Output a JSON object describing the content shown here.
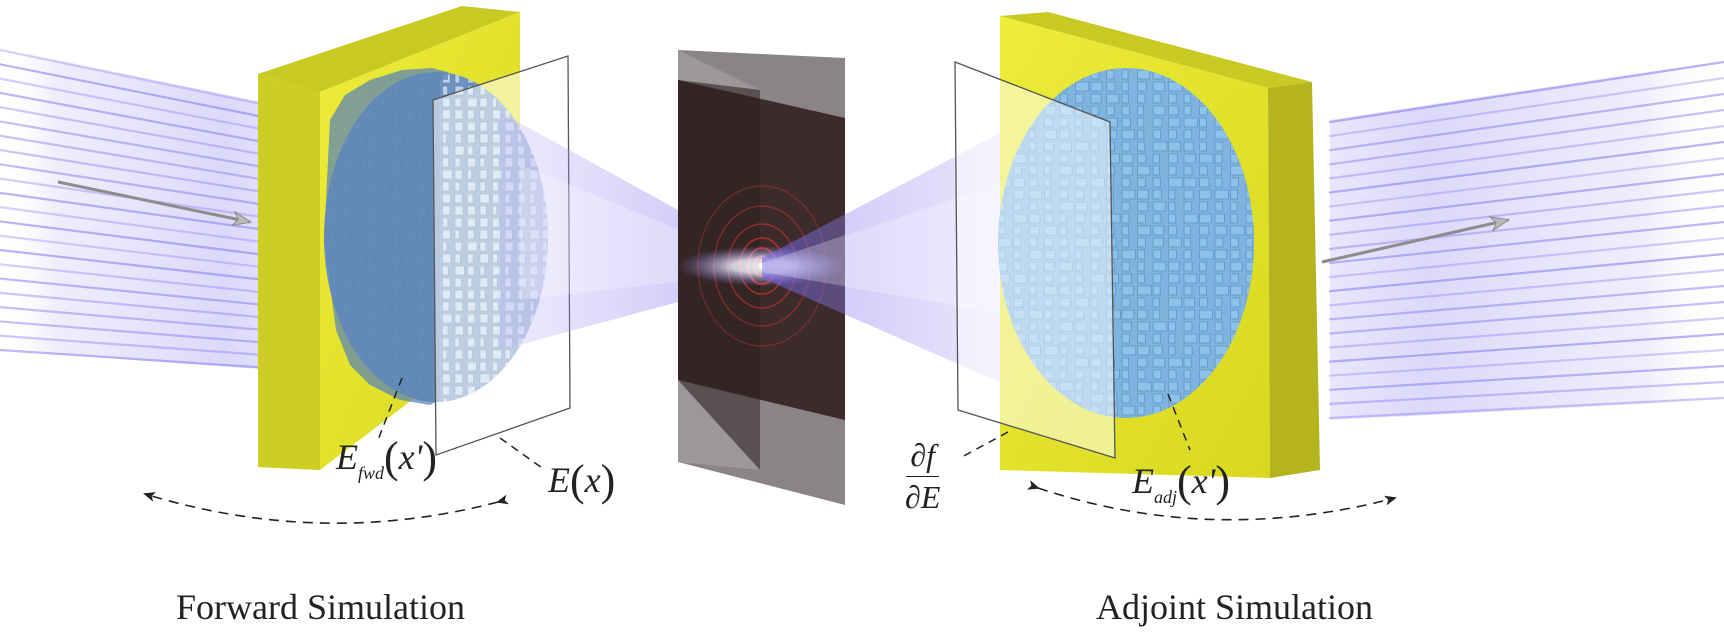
{
  "labels": {
    "forward_caption": "Forward Simulation",
    "adjoint_caption": "Adjoint Simulation",
    "e_fwd": {
      "symbol": "E",
      "subscript": "fwd",
      "argument": "x'"
    },
    "e_x": {
      "symbol": "E",
      "argument": "x"
    },
    "df_dE": {
      "numerator": "∂f",
      "denominator": "∂E"
    },
    "e_adj": {
      "symbol": "E",
      "subscript": "adj",
      "argument": "x'"
    }
  },
  "colors": {
    "beam": "#8a7ff0",
    "beam_core": "#f4f2ff",
    "frame_yellow": "#e6e628",
    "frame_yellow_side": "#b4b41e",
    "forward_metasurface": "#6d93c0",
    "adjoint_metasurface": "#8fc3ea",
    "focal_plane_front": "#3d2b2b",
    "focal_plane_back": "#8a8487",
    "focal_ring": "#e33a2e",
    "arrow": "#8c8c8c",
    "annotation_line": "#222222"
  },
  "icons": {
    "input_arrow": "arrow-right-icon",
    "output_arrow": "arrow-right-icon",
    "forward_swap": "double-headed-arrow-icon",
    "adjoint_swap": "double-headed-arrow-icon"
  }
}
